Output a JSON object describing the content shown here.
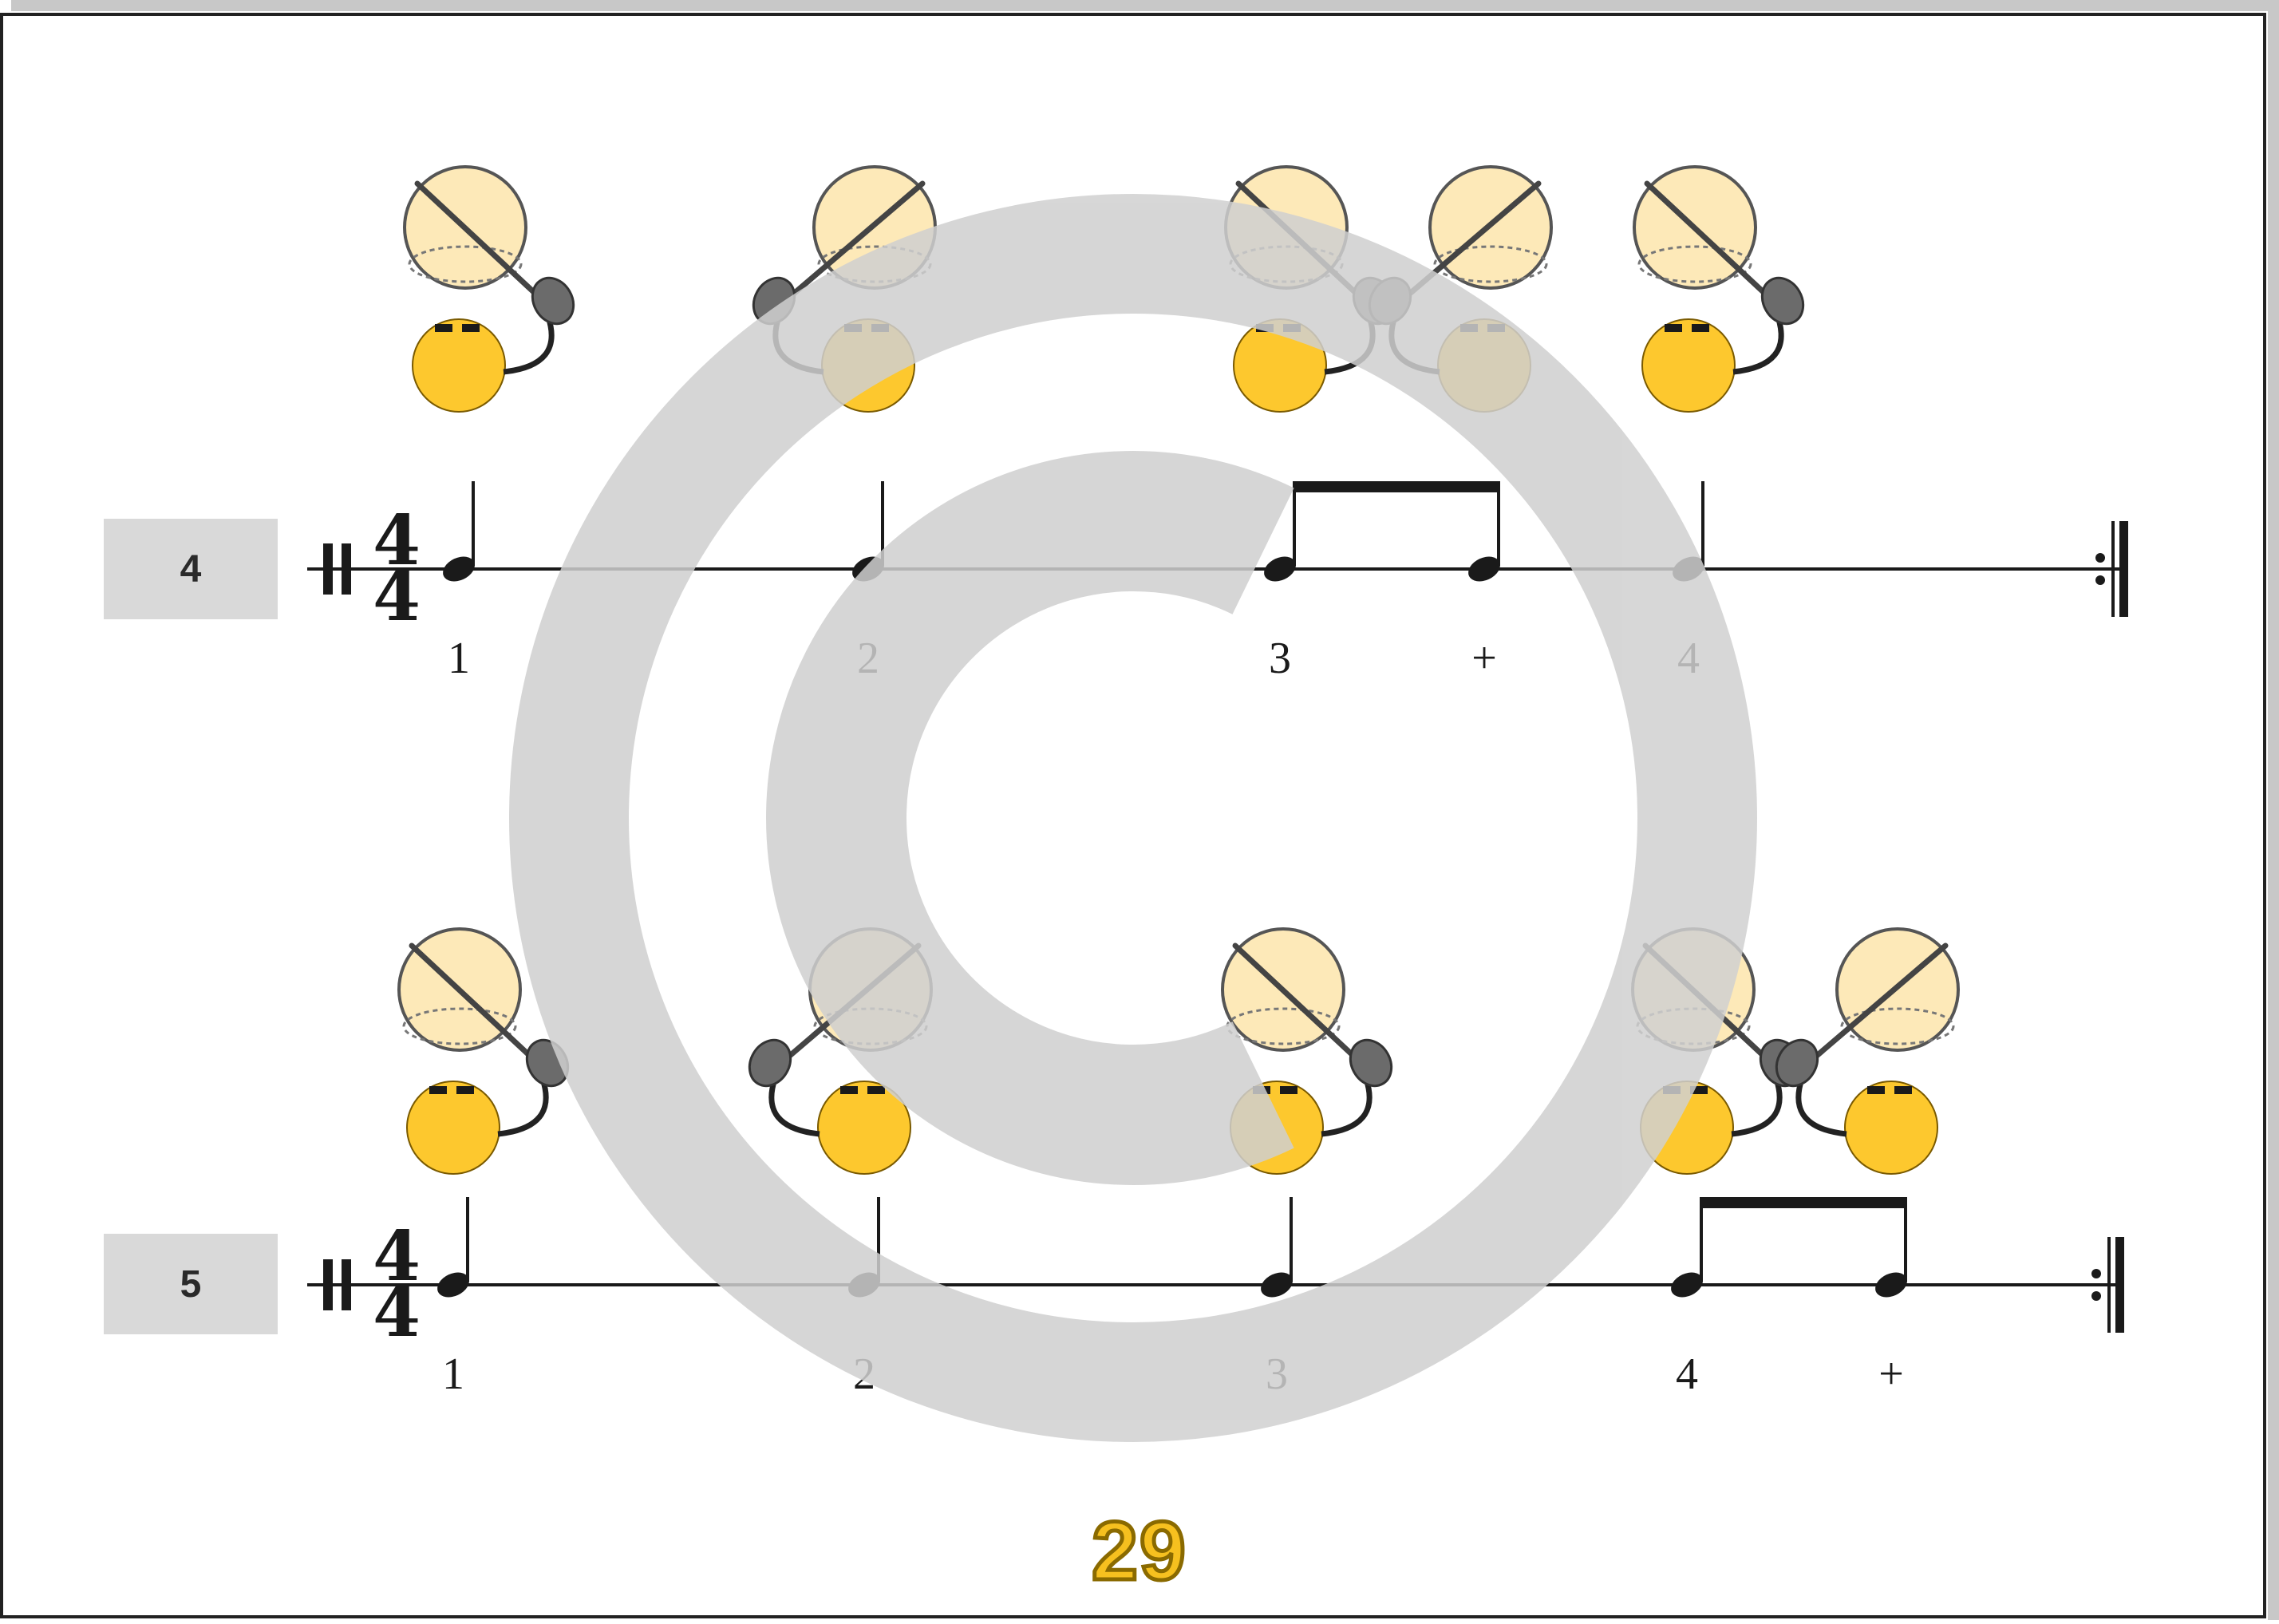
{
  "exercises": [
    {
      "label": "4",
      "time_signature": {
        "top": "4",
        "bottom": "4"
      },
      "counts": [
        "1",
        "2",
        "3",
        "+",
        "4"
      ],
      "note_durations": [
        "quarter",
        "quarter",
        "eighth",
        "eighth",
        "quarter"
      ],
      "hands": [
        "right",
        "left",
        "right",
        "left",
        "right"
      ]
    },
    {
      "label": "5",
      "time_signature": {
        "top": "4",
        "bottom": "4"
      },
      "counts": [
        "1",
        "2",
        "3",
        "4",
        "+"
      ],
      "note_durations": [
        "quarter",
        "quarter",
        "quarter",
        "eighth",
        "eighth"
      ],
      "hands": [
        "right",
        "left",
        "right",
        "right",
        "left"
      ]
    }
  ],
  "page_number": "29",
  "icons": {
    "drummer": "drummer-icon",
    "drum": "snare-drum-icon",
    "watermark": "copyright-icon"
  },
  "colors": {
    "face": "#fdc82e",
    "drum_head": "#fde9b8",
    "ink": "#1a1a1a",
    "watermark": "#d0d0d0",
    "page_number": "#f6c01f",
    "label_bg": "#d9d9d9"
  }
}
